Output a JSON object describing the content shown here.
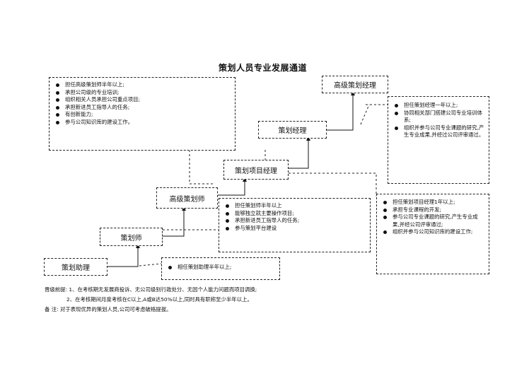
{
  "title": "策划人员专业发展通道",
  "positions": {
    "assistant": "策划助理",
    "planner": "策划师",
    "senior_planner": "高级策划师",
    "project_manager": "策划项目经理",
    "manager": "策划经理",
    "senior_manager": "高级策划经理"
  },
  "notes": {
    "assistant": [
      "相任策划助理半年以上;"
    ],
    "senior_planner": [
      "担任策划师半年以上",
      "能够独立就主要操作项目;",
      "承担新进员工指导人的任务;",
      "参与策划平台建设"
    ],
    "manager": [
      "担任高级策划师半年以上;",
      "承担公司级的专业培训;",
      "组织相关人员承担公司重点项目;",
      "承担新进员工指导人的任务;",
      "有创新能力;",
      "参与公司知识库的建设工作。"
    ],
    "senior_manager": [
      "担任策划经理一年以上;",
      "协同相关部门搭建公司专业培训体系;",
      "组织并参与公司专业课题的研究,产生专业成果,并经过公司评审通过。"
    ],
    "project_manager": [
      "担任策划项目经理1年以上;",
      "承担专业课程的开发;",
      "参与公司专业课题的研究,产生专业成果,并经公司评审通过;",
      "组织并参与公司知识库的建设工作;"
    ]
  },
  "footer": {
    "line1": "晋级前提: 1、在考核期无发展商投诉、无公司级别行政处分、无因个人能力问题而项目调换;",
    "line2": "2、在考核期间月度考核在C以上,A或B达50%以上,同时具有职称至少半年以上。",
    "line3": "备    注: 对于表现优异的策划人员,公司可考虑破格提拔。"
  }
}
